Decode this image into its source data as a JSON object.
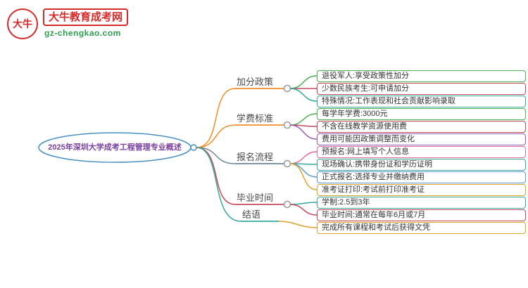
{
  "logo": {
    "seal_text": "大牛",
    "site_name": "大牛教育成考网",
    "site_url": "gz-chengkao.com",
    "primary_color": "#d42a2a",
    "url_color": "#2f9e4e"
  },
  "mindmap": {
    "root": {
      "label": "2025年深圳大学成考工程管理专业概述",
      "text_color": "#7b3fa0",
      "outline_color": "#4a90c4"
    },
    "node_circle_color": "#999999",
    "branches": [
      {
        "label": "加分政策",
        "color": "#f28c28",
        "children": [
          {
            "label": "退役军人:享受政策性加分",
            "color": "#4caf50"
          },
          {
            "label": "少数民族考生:可申请加分",
            "color": "#c34a5a"
          },
          {
            "label": "特殊情况:工作表现和社会贡献影响录取",
            "color": "#35a79c"
          }
        ]
      },
      {
        "label": "学费标准",
        "color": "#f28c28",
        "children": [
          {
            "label": "每学年学费:3000元",
            "color": "#4caf50"
          },
          {
            "label": "不含在线教学资源使用费",
            "color": "#c34a5a"
          },
          {
            "label": "费用可能因政策调整而变化",
            "color": "#9b59b6"
          }
        ]
      },
      {
        "label": "报名流程",
        "color": "#6e8496",
        "children": [
          {
            "label": "预报名:网上填写个人信息",
            "color": "#e06c9f"
          },
          {
            "label": "现场确认:携带身份证和学历证明",
            "color": "#35a79c"
          },
          {
            "label": "正式报名:选择专业并缴纳费用",
            "color": "#5b9bd5"
          },
          {
            "label": "准考证打印:考试前打印准考证",
            "color": "#dfa32b"
          }
        ]
      },
      {
        "label": "毕业时间",
        "color": "#c34a5a",
        "children": [
          {
            "label": "学制:2.5到3年",
            "color": "#35a79c"
          },
          {
            "label": "毕业时间:通常在每年6月或7月",
            "color": "#c34a5a"
          }
        ]
      },
      {
        "label": "结语",
        "color": "#35a79c",
        "children": [
          {
            "label": "完成所有课程和考试后获得文凭",
            "color": "#dfa32b"
          }
        ]
      }
    ]
  }
}
